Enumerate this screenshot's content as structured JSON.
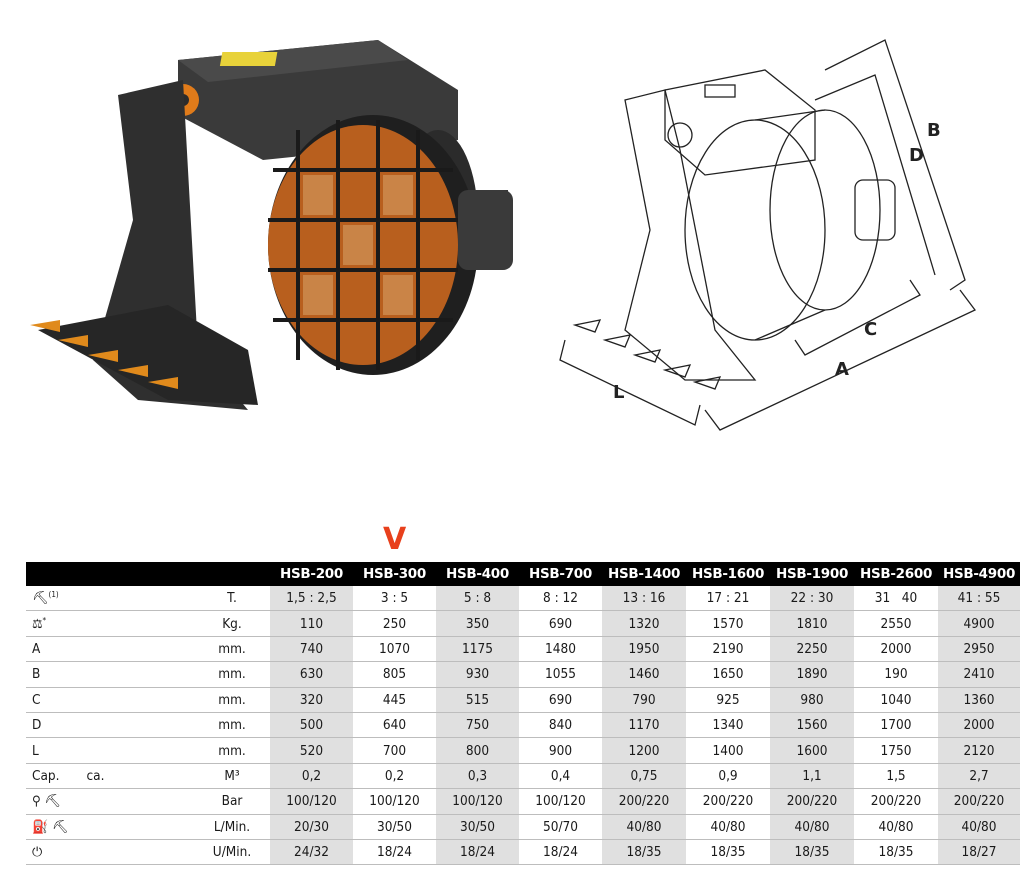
{
  "marker": "V",
  "dimension_labels": {
    "b": "B",
    "d": "D",
    "c": "C",
    "a": "A",
    "l": "L"
  },
  "table": {
    "columns": [
      "HSB-200",
      "HSB-300",
      "HSB-400",
      "HSB-700",
      "HSB-1400",
      "HSB-1600",
      "HSB-1900",
      "HSB-2600",
      "HSB-4900"
    ],
    "rows": [
      {
        "label": "",
        "sup": "(1)",
        "icon": "excavator-icon",
        "unit": "T.",
        "values": [
          "1,5 : 2,5",
          "3 : 5",
          "5 : 8",
          "8 : 12",
          "13 : 16",
          "17 : 21",
          "22 : 30",
          "31   40",
          "41 : 55"
        ]
      },
      {
        "label": "",
        "sup": "*",
        "icon": "weight-kg-icon",
        "unit": "Kg.",
        "values": [
          "110",
          "250",
          "350",
          "690",
          "1320",
          "1570",
          "1810",
          "2550",
          "4900"
        ]
      },
      {
        "label": "A",
        "sup": "",
        "icon": "",
        "unit": "mm.",
        "values": [
          "740",
          "1070",
          "1175",
          "1480",
          "1950",
          "2190",
          "2250",
          "2000",
          "2950"
        ]
      },
      {
        "label": "B",
        "sup": "",
        "icon": "",
        "unit": "mm.",
        "values": [
          "630",
          "805",
          "930",
          "1055",
          "1460",
          "1650",
          "1890",
          "190",
          "2410"
        ]
      },
      {
        "label": "C",
        "sup": "",
        "icon": "",
        "unit": "mm.",
        "values": [
          "320",
          "445",
          "515",
          "690",
          "790",
          "925",
          "980",
          "1040",
          "1360"
        ]
      },
      {
        "label": "D",
        "sup": "",
        "icon": "",
        "unit": "mm.",
        "values": [
          "500",
          "640",
          "750",
          "840",
          "1170",
          "1340",
          "1560",
          "1700",
          "2000"
        ]
      },
      {
        "label": "L",
        "sup": "",
        "icon": "",
        "unit": "mm.",
        "values": [
          "520",
          "700",
          "800",
          "900",
          "1200",
          "1400",
          "1600",
          "1750",
          "2120"
        ]
      },
      {
        "label": "Cap.       ca.",
        "sup": "",
        "icon": "",
        "unit": "M³",
        "values": [
          "0,2",
          "0,2",
          "0,3",
          "0,4",
          "0,75",
          "0,9",
          "1,1",
          "1,5",
          "2,7"
        ]
      },
      {
        "label": "",
        "sup": "",
        "icon": "pressure-excavator-icon",
        "unit": "Bar",
        "values": [
          "100/120",
          "100/120",
          "100/120",
          "100/120",
          "200/220",
          "200/220",
          "200/220",
          "200/220",
          "200/220"
        ]
      },
      {
        "label": "",
        "sup": "",
        "icon": "flow-excavator-icon",
        "unit": "L/Min.",
        "values": [
          "20/30",
          "30/50",
          "30/50",
          "50/70",
          "40/80",
          "40/80",
          "40/80",
          "40/80",
          "40/80"
        ]
      },
      {
        "label": "",
        "sup": "",
        "icon": "rotation-icon",
        "unit": "U/Min.",
        "values": [
          "24/32",
          "18/24",
          "18/24",
          "18/24",
          "18/35",
          "18/35",
          "18/35",
          "18/35",
          "18/27"
        ]
      }
    ]
  }
}
